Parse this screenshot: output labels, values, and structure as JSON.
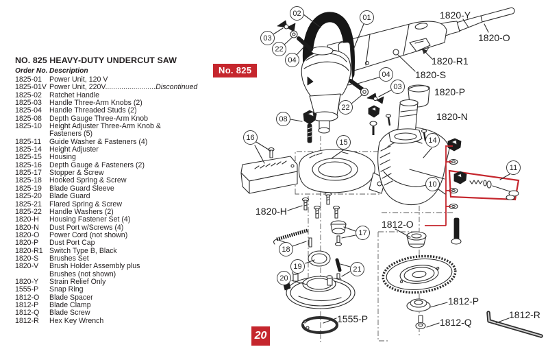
{
  "parts_list": {
    "title": "NO. 825 HEAVY-DUTY UNDERCUT SAW",
    "col_order": "Order No.",
    "col_desc": "Description",
    "rows": [
      {
        "order": "1825-01",
        "desc": "Power Unit, 120 V"
      },
      {
        "order": "1825-01V",
        "desc": "Power Unit, 220V",
        "leader": ".........................",
        "note": "Discontinued"
      },
      {
        "order": "1825-02",
        "desc": "Ratchet Handle"
      },
      {
        "order": "1825-03",
        "desc": "Handle Three-Arm Knobs (2)"
      },
      {
        "order": "1825-04",
        "desc": "Handle Threaded Studs (2)"
      },
      {
        "order": "1825-08",
        "desc": "Depth Gauge Three-Arm Knob"
      },
      {
        "order": "1825-10",
        "desc": "Height Adjuster Three-Arm Knob &",
        "desc2": "Fasteners (5)"
      },
      {
        "order": "1825-11",
        "desc": "Guide Washer & Fasteners (4)"
      },
      {
        "order": "1825-14",
        "desc": "Height Adjuster"
      },
      {
        "order": "1825-15",
        "desc": "Housing"
      },
      {
        "order": "1825-16",
        "desc": "Depth Gauge & Fasteners (2)"
      },
      {
        "order": "1825-17",
        "desc": "Stopper & Screw"
      },
      {
        "order": "1825-18",
        "desc": "Hooked Spring & Screw"
      },
      {
        "order": "1825-19",
        "desc": "Blade Guard Sleeve"
      },
      {
        "order": "1825-20",
        "desc": "Blade Guard"
      },
      {
        "order": "1825-21",
        "desc": "Flared Spring & Screw"
      },
      {
        "order": "1825-22",
        "desc": "Handle Washers (2)"
      },
      {
        "order": "1820-H",
        "desc": "Housing Fastener Set (4)"
      },
      {
        "order": "1820-N",
        "desc": "Dust Port w/Screws (4)"
      },
      {
        "order": "1820-O",
        "desc": "Power Cord (not shown)"
      },
      {
        "order": "1820-P",
        "desc": "Dust Port Cap"
      },
      {
        "order": "1820-R1",
        "desc": "Switch Type B, Black"
      },
      {
        "order": "1820-S",
        "desc": "Brushes Set"
      },
      {
        "order": "1820-V",
        "desc": "Brush Holder Assembly plus",
        "desc2": "Brushes (not shown)"
      },
      {
        "order": "1820-Y",
        "desc": "Strain Relief Only"
      },
      {
        "order": "1555-P",
        "desc": "Snap Ring"
      },
      {
        "order": "1812-O",
        "desc": "Blade Spacer"
      },
      {
        "order": "1812-P",
        "desc": "Blade Clamp"
      },
      {
        "order": "1812-Q",
        "desc": "Blade Screw"
      },
      {
        "order": "1812-R",
        "desc": "Hex Key Wrench"
      }
    ]
  },
  "diagram": {
    "model_badge": "No. 825",
    "page_badge": "20",
    "accent_red": "#c5262d",
    "callouts": [
      "01",
      "02",
      "03",
      "22",
      "04",
      "04",
      "03",
      "22",
      "08",
      "16",
      "15",
      "14",
      "10",
      "11",
      "17",
      "18",
      "19",
      "20",
      "21"
    ],
    "labels": [
      "1820-Y",
      "1820-O",
      "1820-R1",
      "1820-S",
      "1820-P",
      "1820-N",
      "1820-H",
      "1812-O",
      "1555-P",
      "1812-P",
      "1812-Q",
      "1812-R"
    ]
  }
}
